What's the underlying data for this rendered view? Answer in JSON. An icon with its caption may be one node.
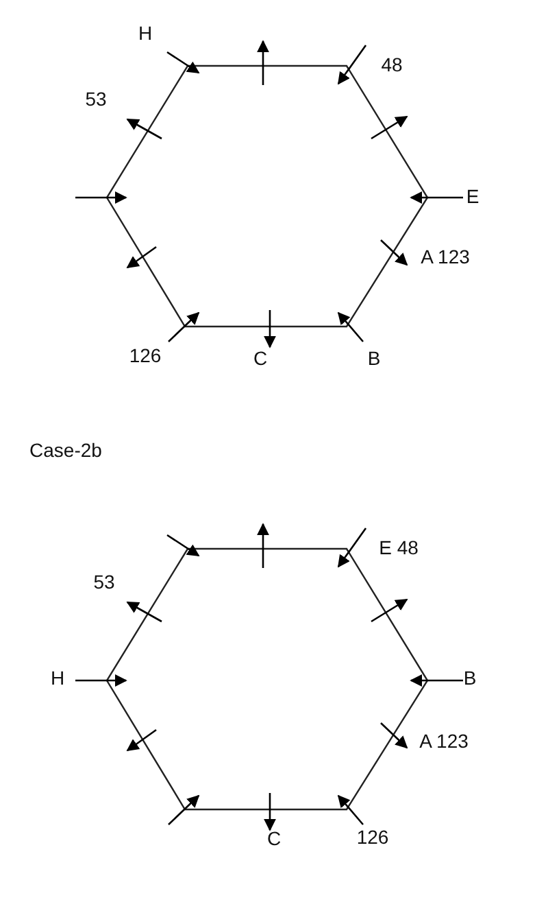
{
  "diagram": {
    "labels": [
      "H",
      "48",
      "53",
      "E",
      "A 123",
      "126",
      "C",
      "B",
      "Case-2b",
      "E 48",
      "53",
      "H",
      "B",
      "A 123",
      "C",
      "126"
    ]
  }
}
